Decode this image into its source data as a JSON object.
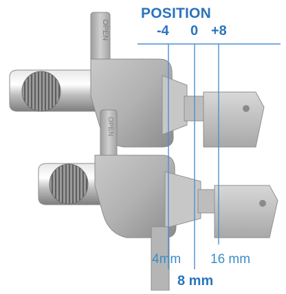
{
  "figure": {
    "title": "POSITION",
    "positions": [
      "-4",
      "0",
      "+8"
    ],
    "measurements": {
      "left": "4mm",
      "right": "16 mm",
      "center": "8 mm"
    },
    "engraving": "OPEN"
  },
  "colors": {
    "accent": "#2a74bd",
    "metal": "#b9b9b9",
    "background": "#ffffff"
  }
}
